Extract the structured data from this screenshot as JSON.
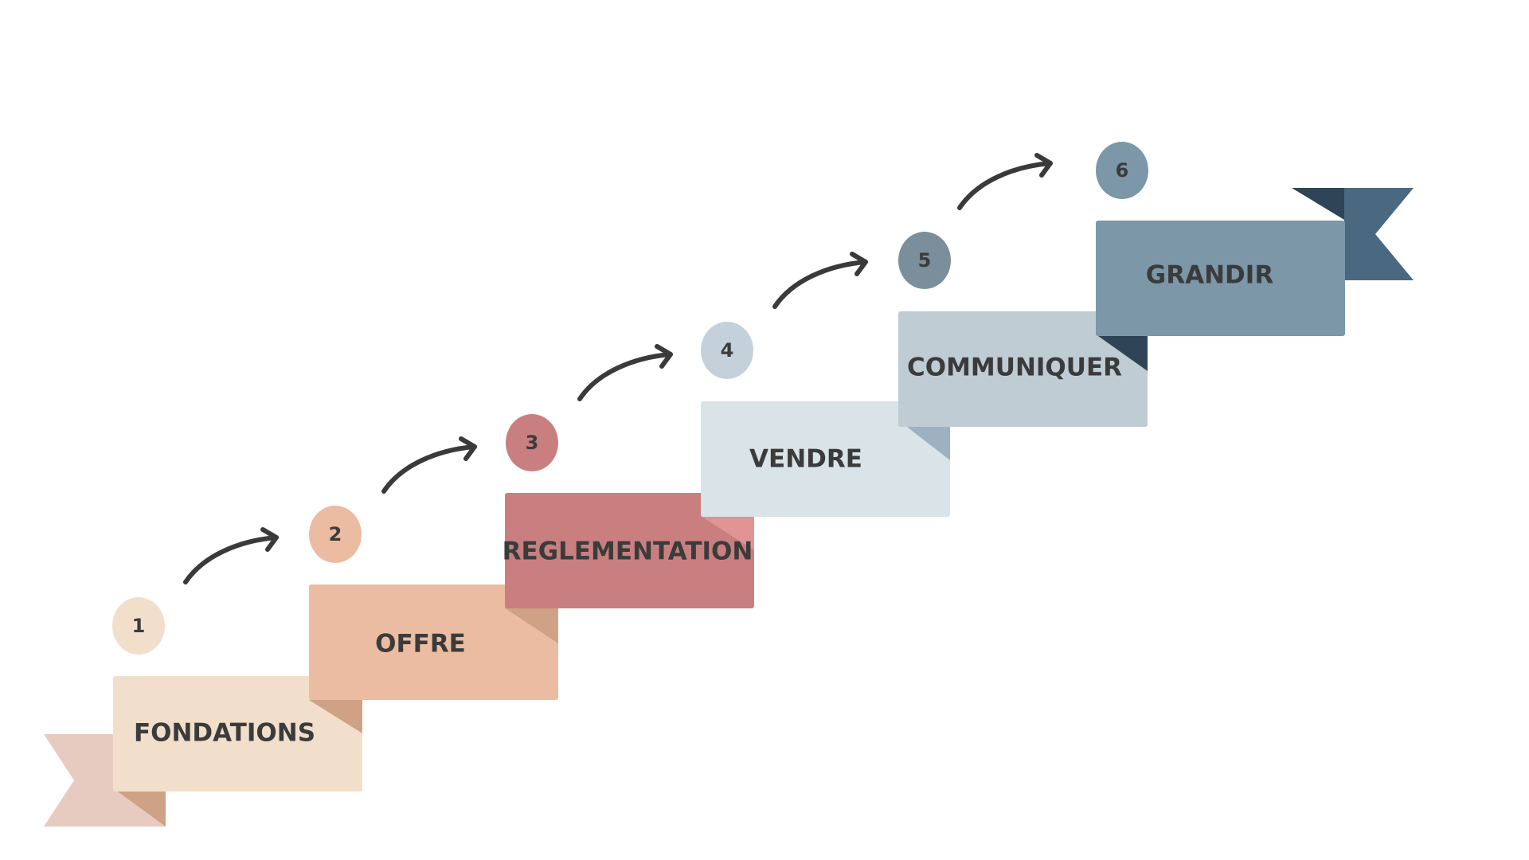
{
  "steps": [
    {
      "number": "1",
      "label": "FONDATIONS",
      "colors": {
        "box": "#f1dfcb",
        "fold": "#cfa285",
        "circle": "#f1dfcb"
      }
    },
    {
      "number": "2",
      "label": "OFFRE",
      "colors": {
        "box": "#ebbca2",
        "fold": "#cfa285",
        "circle": "#ebbca2"
      }
    },
    {
      "number": "3",
      "label": "REGLEMENTATION",
      "colors": {
        "box": "#c97f80",
        "fold": "#e09594",
        "circle": "#c97f80"
      }
    },
    {
      "number": "4",
      "label": "VENDRE",
      "colors": {
        "box": "#dae3e8",
        "fold": "#9eb1c1",
        "circle": "#c4d1da"
      }
    },
    {
      "number": "5",
      "label": "COMMUNIQUER",
      "colors": {
        "box": "#bfccd4",
        "fold": "#7b8e9b",
        "circle": "#7b8e9b"
      }
    },
    {
      "number": "6",
      "label": "GRANDIR",
      "colors": {
        "box": "#7b97a8",
        "fold": "#2f4557",
        "circle": "#7b97a8"
      }
    }
  ],
  "ribbons": {
    "start": {
      "color": "#e8cbc0",
      "fold": "#cfa285"
    },
    "end": {
      "color": "#4a6880",
      "fold": "#2f4557"
    }
  },
  "arrow_color": "#3a3a3a"
}
